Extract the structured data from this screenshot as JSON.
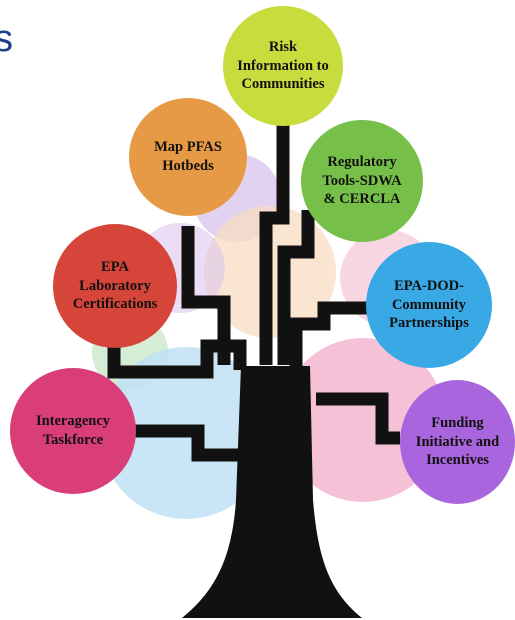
{
  "corner_fragment": "s",
  "colors": {
    "trunk": "#111111",
    "bubble_lavender": "#dcc6ee",
    "bubble_peach": "#f7dcc0",
    "bubble_pink": "#f2b6cf",
    "bubble_sky": "#bfe0f5",
    "bubble_mint": "#c9e9c9"
  },
  "nodes": [
    {
      "id": "risk-information",
      "label": "Risk\nInformation to\nCommunities",
      "color": "#c8dc3e",
      "text_color": "#111111"
    },
    {
      "id": "map-pfas",
      "label": "Map PFAS\nHotbeds",
      "color": "#e79a45",
      "text_color": "#111111"
    },
    {
      "id": "regulatory-tools",
      "label": "Regulatory\nTools-SDWA\n& CERCLA",
      "color": "#76c04a",
      "text_color": "#111111"
    },
    {
      "id": "epa-lab",
      "label": "EPA\nLaboratory\nCertifications",
      "color": "#d6453a",
      "text_color": "#111111"
    },
    {
      "id": "epa-dod",
      "label": "EPA-DOD-\nCommunity\nPartnerships",
      "color": "#39a9e6",
      "text_color": "#111111"
    },
    {
      "id": "interagency",
      "label": "Interagency\nTaskforce",
      "color": "#d93e79",
      "text_color": "#111111"
    },
    {
      "id": "funding",
      "label": "Funding\nInitiative and\nIncentives",
      "color": "#a965dd",
      "text_color": "#111111"
    }
  ]
}
